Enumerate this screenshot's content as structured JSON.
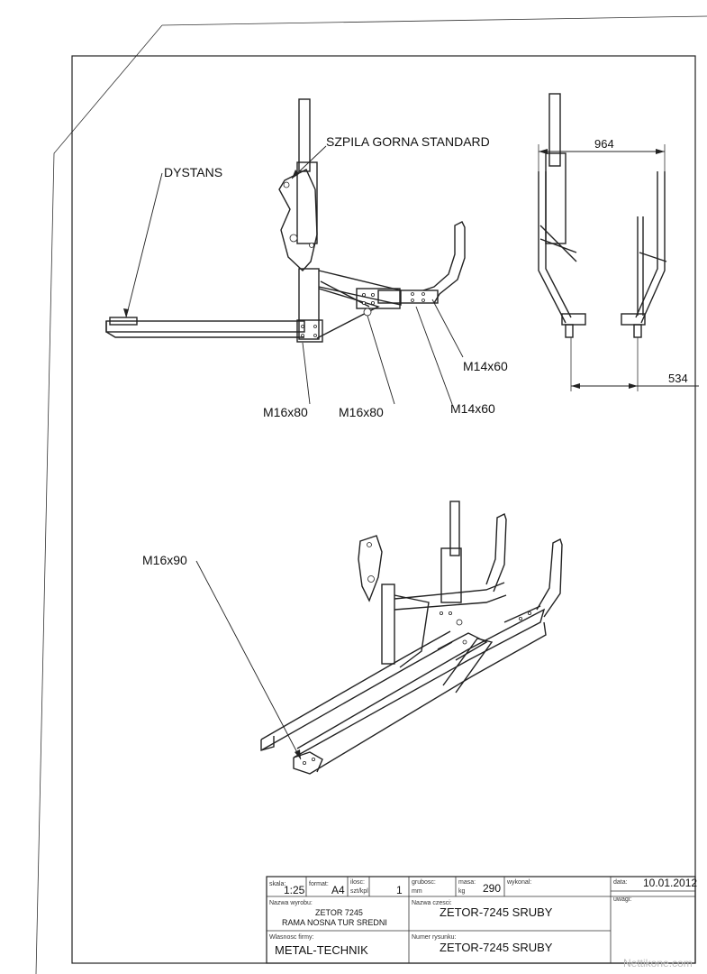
{
  "callouts": {
    "szpila": "SZPILA GORNA STANDARD",
    "dystans": "DYSTANS",
    "bolt_m16x80_a": "M16x80",
    "bolt_m16x80_b": "M16x80",
    "bolt_m14x60_a": "M14x60",
    "bolt_m14x60_b": "M14x60",
    "bolt_m16x90": "M16x90"
  },
  "dimensions": {
    "top_width": "964",
    "bottom_width": "534"
  },
  "title_block": {
    "skala_label": "skala:",
    "skala_value": "1:25",
    "format_label": "format:",
    "format_value": "A4",
    "ilosc_label": "ilosc:",
    "ilosc_unit": "szt/kpl",
    "ilosc_value": "1",
    "grubosc_label": "grubosc:",
    "grubosc_unit": "mm",
    "masa_label": "masa:",
    "masa_unit": "kg",
    "masa_value": "290",
    "wykonal_label": "wykonal:",
    "data_label": "data:",
    "data_value": "10.01.2012",
    "uwagi_label": "uwagi:",
    "nazwa_wyrobu_label": "Nazwa wyrobu:",
    "nazwa_wyrobu_line1": "ZETOR 7245",
    "nazwa_wyrobu_line2": "RAMA NOSNA TUR SREDNI",
    "nazwa_czesci_label": "Nazwa czesci:",
    "nazwa_czesci_value": "ZETOR-7245 SRUBY",
    "wlasnosc_label": "Wlasnosc firmy:",
    "wlasnosc_value": "METAL-TECHNIK",
    "numer_label": "Numer rysunku:",
    "numer_value": "ZETOR-7245 SRUBY"
  },
  "watermark": "Nettikone.com"
}
